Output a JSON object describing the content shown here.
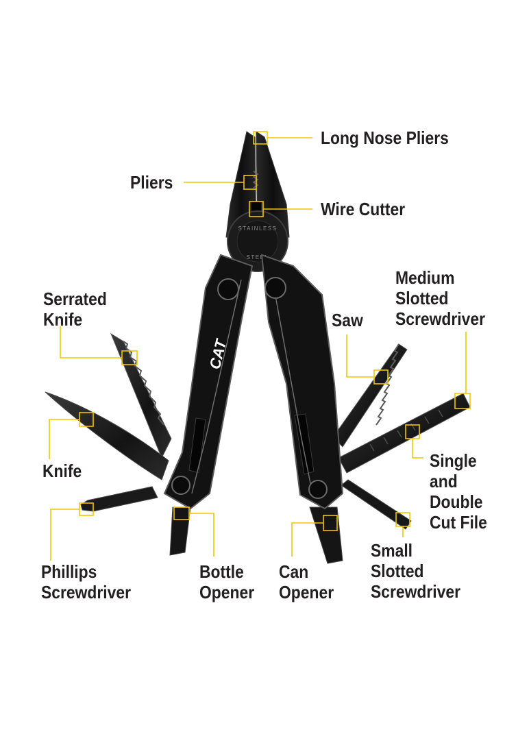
{
  "accent_color": "#f5c400",
  "tool_color": "#141414",
  "text_color": "#231f20",
  "brand": {
    "logo_text": "CAT",
    "pivot_text_top": "STAINLESS",
    "pivot_text_bottom": "STEEL"
  },
  "labels": {
    "long_nose_pliers": [
      "Long Nose Pliers"
    ],
    "pliers": [
      "Pliers"
    ],
    "wire_cutter": [
      "Wire Cutter"
    ],
    "serrated_knife": [
      "Serrated",
      "Knife"
    ],
    "saw": [
      "Saw"
    ],
    "medium_slotted_screwdriver": [
      "Medium",
      "Slotted",
      "Screwdriver"
    ],
    "knife": [
      "Knife"
    ],
    "single_double_cut_file": [
      "Single",
      "and",
      "Double",
      "Cut File"
    ],
    "phillips_screwdriver": [
      "Phillips",
      "Screwdriver"
    ],
    "bottle_opener": [
      "Bottle",
      "Opener"
    ],
    "can_opener": [
      "Can",
      "Opener"
    ],
    "small_slotted_screwdriver": [
      "Small",
      "Slotted",
      "Screwdriver"
    ]
  }
}
